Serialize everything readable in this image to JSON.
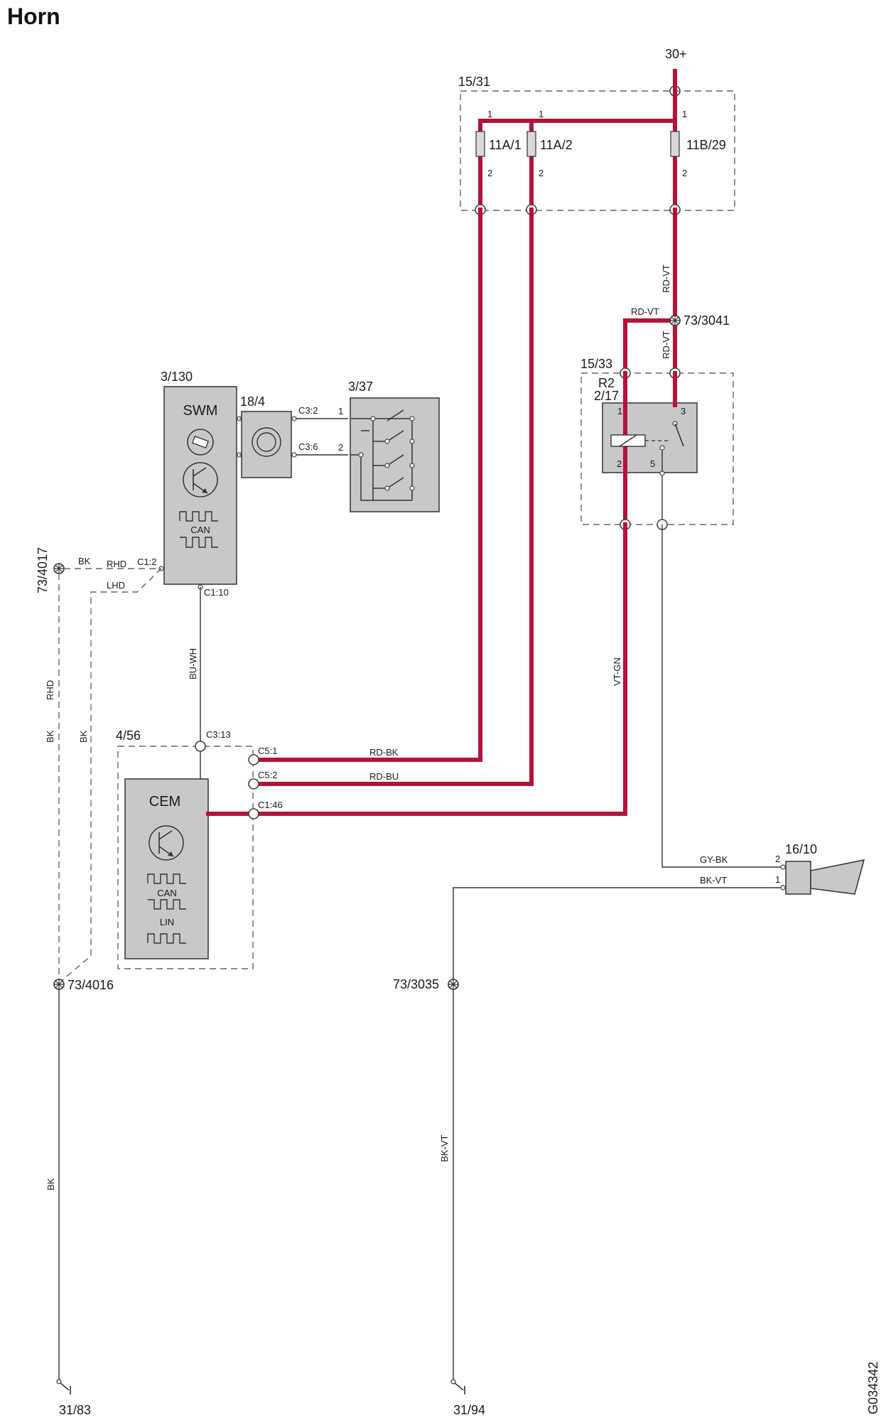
{
  "title": "Horn",
  "figure_id": "G034342",
  "supply": {
    "label": "30+"
  },
  "fuse_box": {
    "id": "15/31",
    "fuses": [
      {
        "label": "11A/1",
        "pin_in": "1",
        "pin_out": "2"
      },
      {
        "label": "11A/2",
        "pin_in": "1",
        "pin_out": "2"
      },
      {
        "label": "11B/29",
        "pin_in": "1",
        "pin_out": "2"
      }
    ]
  },
  "splices": {
    "s3041": "73/3041",
    "s4017": "73/4017",
    "s4016": "73/4016",
    "s3035": "73/3035"
  },
  "relay_box": {
    "id": "15/33",
    "relay_name": "R2",
    "relay_id": "2/17",
    "pins": {
      "p1": "1",
      "p2": "2",
      "p3": "3",
      "p5": "5"
    }
  },
  "swm": {
    "id": "3/130",
    "name": "SWM",
    "can_label": "CAN",
    "conn_c1_2": "C1:2",
    "conn_c1_10": "C1:10"
  },
  "clockspring": {
    "id": "18/4",
    "conn_a": "C3:2",
    "conn_b": "C3:6"
  },
  "horn_switch": {
    "id": "3/37",
    "pin_a": "1",
    "pin_b": "2"
  },
  "cem": {
    "id": "4/56",
    "name": "CEM",
    "can_label": "CAN",
    "lin_label": "LIN",
    "conn_c3_13": "C3:13",
    "conn_c5_1": "C5:1",
    "conn_c5_2": "C5:2",
    "conn_c1_46": "C1:46"
  },
  "horn": {
    "id": "16/10",
    "pin_a": "2",
    "pin_b": "1"
  },
  "grounds": {
    "g1": "31/83",
    "g2": "31/94"
  },
  "wires": {
    "rd_vt_1": "RD-VT",
    "rd_vt_2": "RD-VT",
    "rd_vt_3": "RD-VT",
    "rd_bk": "RD-BK",
    "rd_bu": "RD-BU",
    "vt_gn": "VT-GN",
    "gy_bk": "GY-BK",
    "bk_vt_h": "BK-VT",
    "bk_vt_v": "BK-VT",
    "bu_wh": "BU-WH",
    "bk_top": "BK",
    "bk_rhd_v": "BK",
    "bk_lhd_v": "BK",
    "bk_bottom": "BK"
  },
  "options": {
    "rhd_h": "RHD",
    "lhd_h": "LHD",
    "rhd_v": "RHD"
  }
}
